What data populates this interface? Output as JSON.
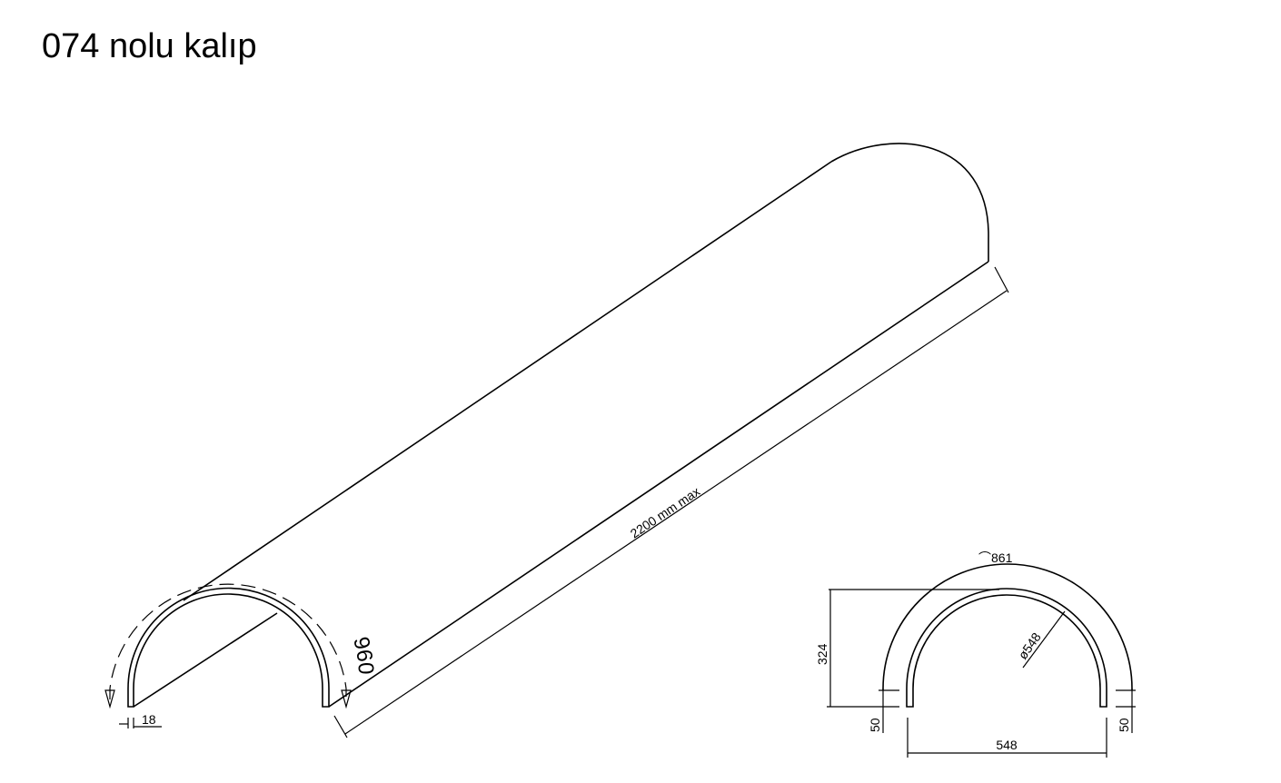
{
  "title": "074 nolu kalıp",
  "isometric_view": {
    "arc_length_label": "960 mm max",
    "length_label": "2200 mm max",
    "thickness_label": "18"
  },
  "section_view": {
    "arc_label": "⌒861",
    "diameter_label": "ø548",
    "height_label": "324",
    "width_label": "548",
    "leg_left_label": "50",
    "leg_right_label": "50"
  }
}
